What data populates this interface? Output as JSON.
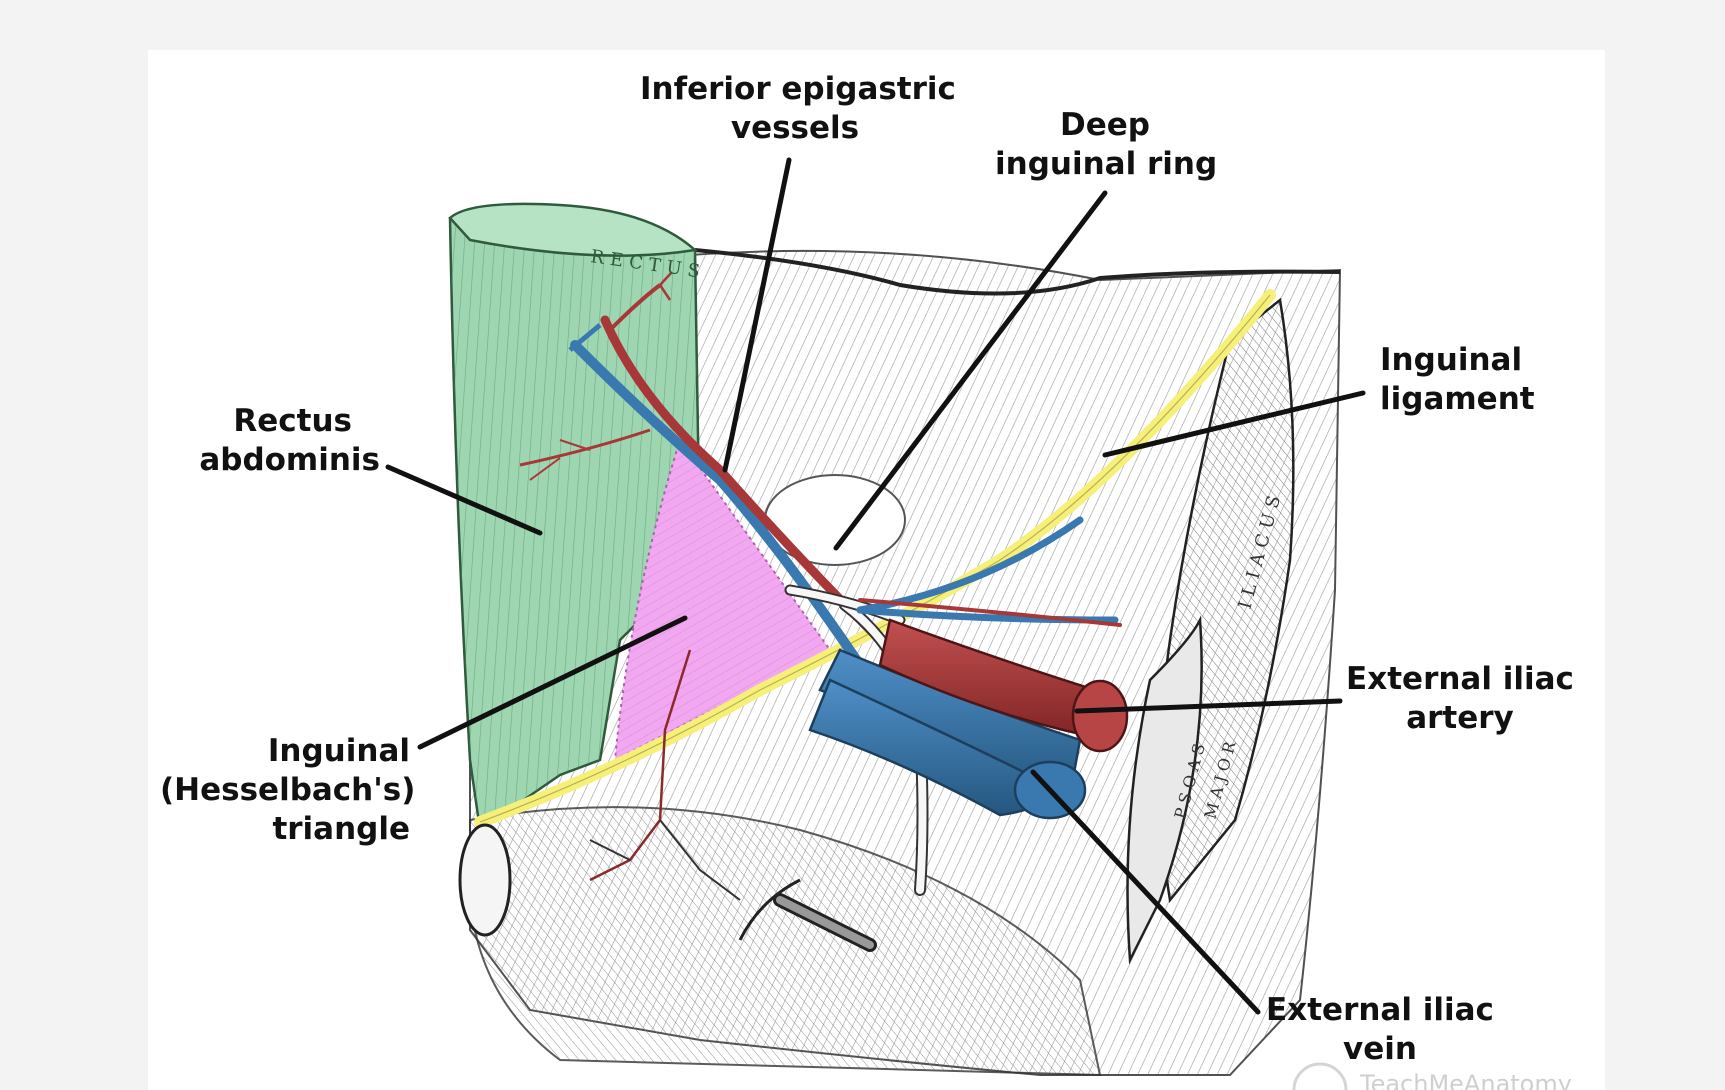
{
  "diagram": {
    "labels": {
      "inferior_epigastric": [
        "Inferior epigastric",
        "vessels"
      ],
      "deep_inguinal_ring": [
        "Deep",
        "inguinal ring"
      ],
      "inguinal_ligament": [
        "Inguinal",
        "ligament"
      ],
      "rectus_abdominis": [
        "Rectus",
        "abdominis"
      ],
      "external_iliac_artery": [
        "External iliac",
        "artery"
      ],
      "hesselbach_triangle": [
        "Inguinal",
        "(Hesselbach's)",
        "triangle"
      ],
      "external_iliac_vein": [
        "External iliac",
        "vein"
      ]
    },
    "muscle_text": {
      "rectus": "RECTUS",
      "iliacus": "ILIACUS",
      "psoas": "PSOAS",
      "major": "MAJOR"
    },
    "watermark": "TeachMeAnatomy",
    "colors": {
      "rectus": "#9dd6b1",
      "triangle": "#f2a8f0",
      "ligament": "#f6f07a",
      "artery": "#a83838",
      "vein": "#3a78b0",
      "leader": "#111111"
    }
  }
}
